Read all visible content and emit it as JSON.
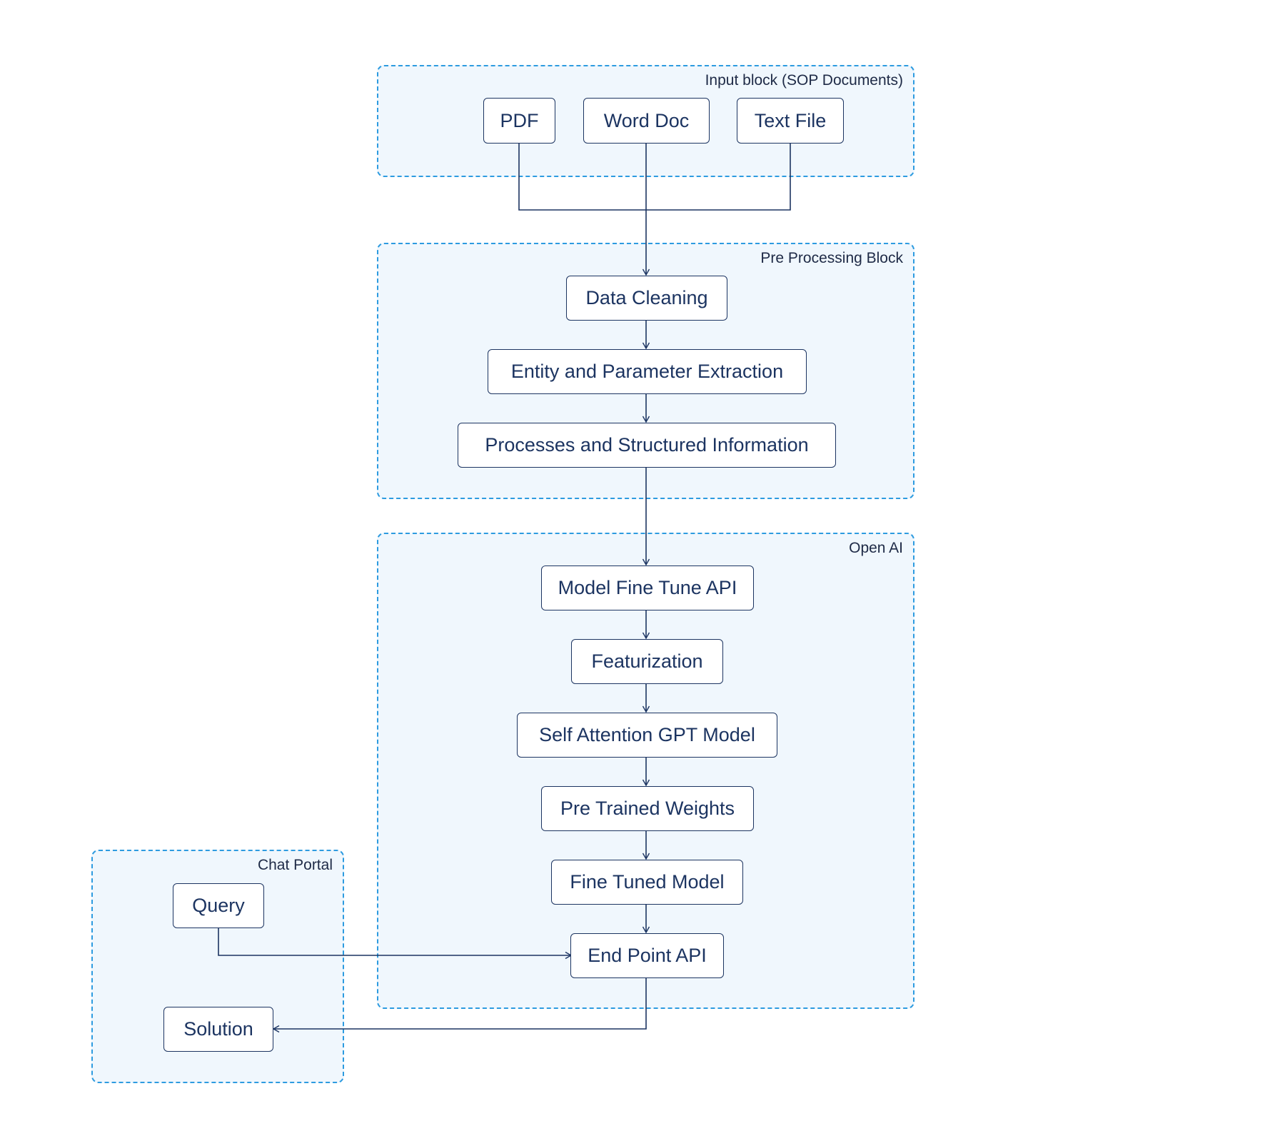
{
  "diagram": {
    "groups": {
      "input": {
        "title": "Input block (SOP Documents)"
      },
      "preprocessing": {
        "title": "Pre Processing Block"
      },
      "openai": {
        "title": "Open AI"
      },
      "chat": {
        "title": "Chat Portal"
      }
    },
    "nodes": {
      "pdf": "PDF",
      "word_doc": "Word Doc",
      "text_file": "Text File",
      "data_cleaning": "Data Cleaning",
      "entity_extraction": "Entity and Parameter Extraction",
      "structured_info": "Processes and Structured Information",
      "fine_tune_api": "Model Fine Tune API",
      "featurization": "Featurization",
      "gpt_model": "Self Attention GPT Model",
      "pretrained_weights": "Pre Trained Weights",
      "fine_tuned_model": "Fine Tuned Model",
      "endpoint_api": "End Point API",
      "query": "Query",
      "solution": "Solution"
    },
    "edges": [
      {
        "from": "pdf",
        "to": "data_cleaning"
      },
      {
        "from": "word_doc",
        "to": "data_cleaning"
      },
      {
        "from": "text_file",
        "to": "data_cleaning"
      },
      {
        "from": "data_cleaning",
        "to": "entity_extraction"
      },
      {
        "from": "entity_extraction",
        "to": "structured_info"
      },
      {
        "from": "structured_info",
        "to": "fine_tune_api"
      },
      {
        "from": "fine_tune_api",
        "to": "featurization"
      },
      {
        "from": "featurization",
        "to": "gpt_model"
      },
      {
        "from": "gpt_model",
        "to": "pretrained_weights"
      },
      {
        "from": "pretrained_weights",
        "to": "fine_tuned_model"
      },
      {
        "from": "fine_tuned_model",
        "to": "endpoint_api"
      },
      {
        "from": "query",
        "to": "endpoint_api"
      },
      {
        "from": "endpoint_api",
        "to": "solution"
      }
    ],
    "colors": {
      "group_border": "#2d9be0",
      "group_fill": "#f0f7fd",
      "node_border": "#1c3461",
      "text": "#1c3461"
    }
  }
}
